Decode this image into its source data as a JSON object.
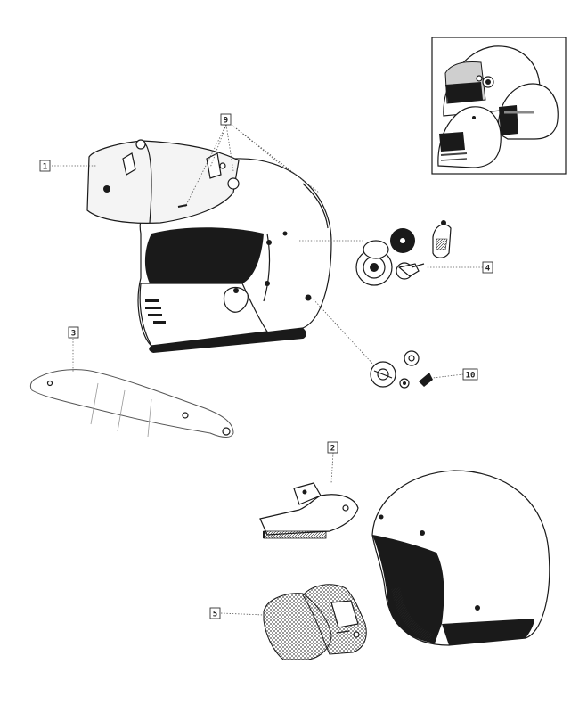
{
  "callouts": [
    {
      "id": "visor",
      "label": "1"
    },
    {
      "id": "comfort-liner",
      "label": "2"
    },
    {
      "id": "visor-strip",
      "label": "3"
    },
    {
      "id": "visor-pivot-kit",
      "label": "4"
    },
    {
      "id": "cheek-pads",
      "label": "5"
    },
    {
      "id": "visor-screws",
      "label": "9"
    },
    {
      "id": "pivot-plate-kit",
      "label": "10"
    }
  ],
  "colors": {
    "ink": "#1a1a1a",
    "paper": "#ffffff"
  }
}
